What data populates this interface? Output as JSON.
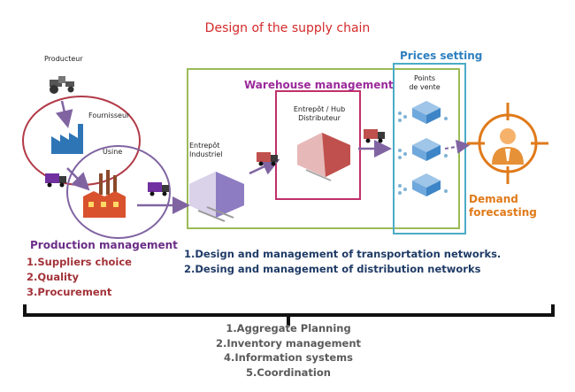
{
  "title": "Design of the supply chain",
  "nodes": {
    "producteur": "Producteur",
    "fournisseur": "Fournisseur",
    "usine": "Usine",
    "entrepot_industriel": [
      "Entrepôt",
      "Industriel"
    ],
    "entrepot_hub": [
      "Entrepôt / Hub",
      "Distributeur"
    ],
    "points_de_vente": [
      "Points",
      "de vente"
    ]
  },
  "areas": {
    "warehouse_management": "Warehouse management",
    "prices_setting": "Prices setting",
    "production_management": "Production management",
    "demand_forecasting": [
      "Demand",
      "forecasting"
    ]
  },
  "production_list": [
    "1.Suppliers choice",
    "2.Quality",
    "3.Procurement"
  ],
  "network_list": [
    "1.Design and management of transportation networks.",
    "2.Desing and management of distribution networks"
  ],
  "overall_list": [
    "1.Aggregate Planning",
    "2.Inventory management",
    "4.Information systems",
    "5.Coordination"
  ],
  "colors": {
    "title": "#d42a2a",
    "warehouse_box": "#9bbb59",
    "prices_box": "#4bacc6",
    "hub_box": "#c0306a",
    "fournisseur_circle": "#b23a48",
    "usine_circle": "#8064a2",
    "arrow": "#8064a2",
    "target": "#e07a1a"
  },
  "icons": [
    "tractor-icon",
    "factory-icon",
    "plant-icon",
    "truck-icon",
    "warehouse-icon",
    "hub-warehouse-icon",
    "store-icon",
    "person-target-icon"
  ]
}
